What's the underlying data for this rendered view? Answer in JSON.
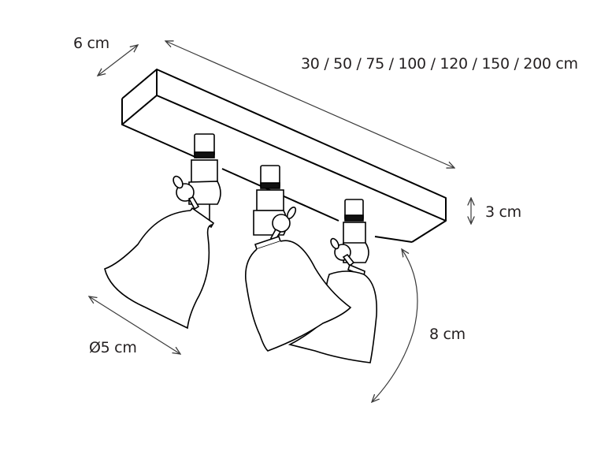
{
  "diagram": {
    "subject": "Ceiling spotlight bar with three bell-shaped adjustable lamps",
    "labels": {
      "depth": "6 cm",
      "lengths": "30 / 50 / 75 / 100 / 120 / 150 / 200 cm",
      "height": "3 cm",
      "diameter": "Ø5 cm",
      "shade_length": "8 cm"
    },
    "colors": {
      "line": "#000000",
      "dimension": "#3a3a3a",
      "text": "#231f20",
      "background": "#ffffff"
    },
    "lamp_count": 3
  }
}
